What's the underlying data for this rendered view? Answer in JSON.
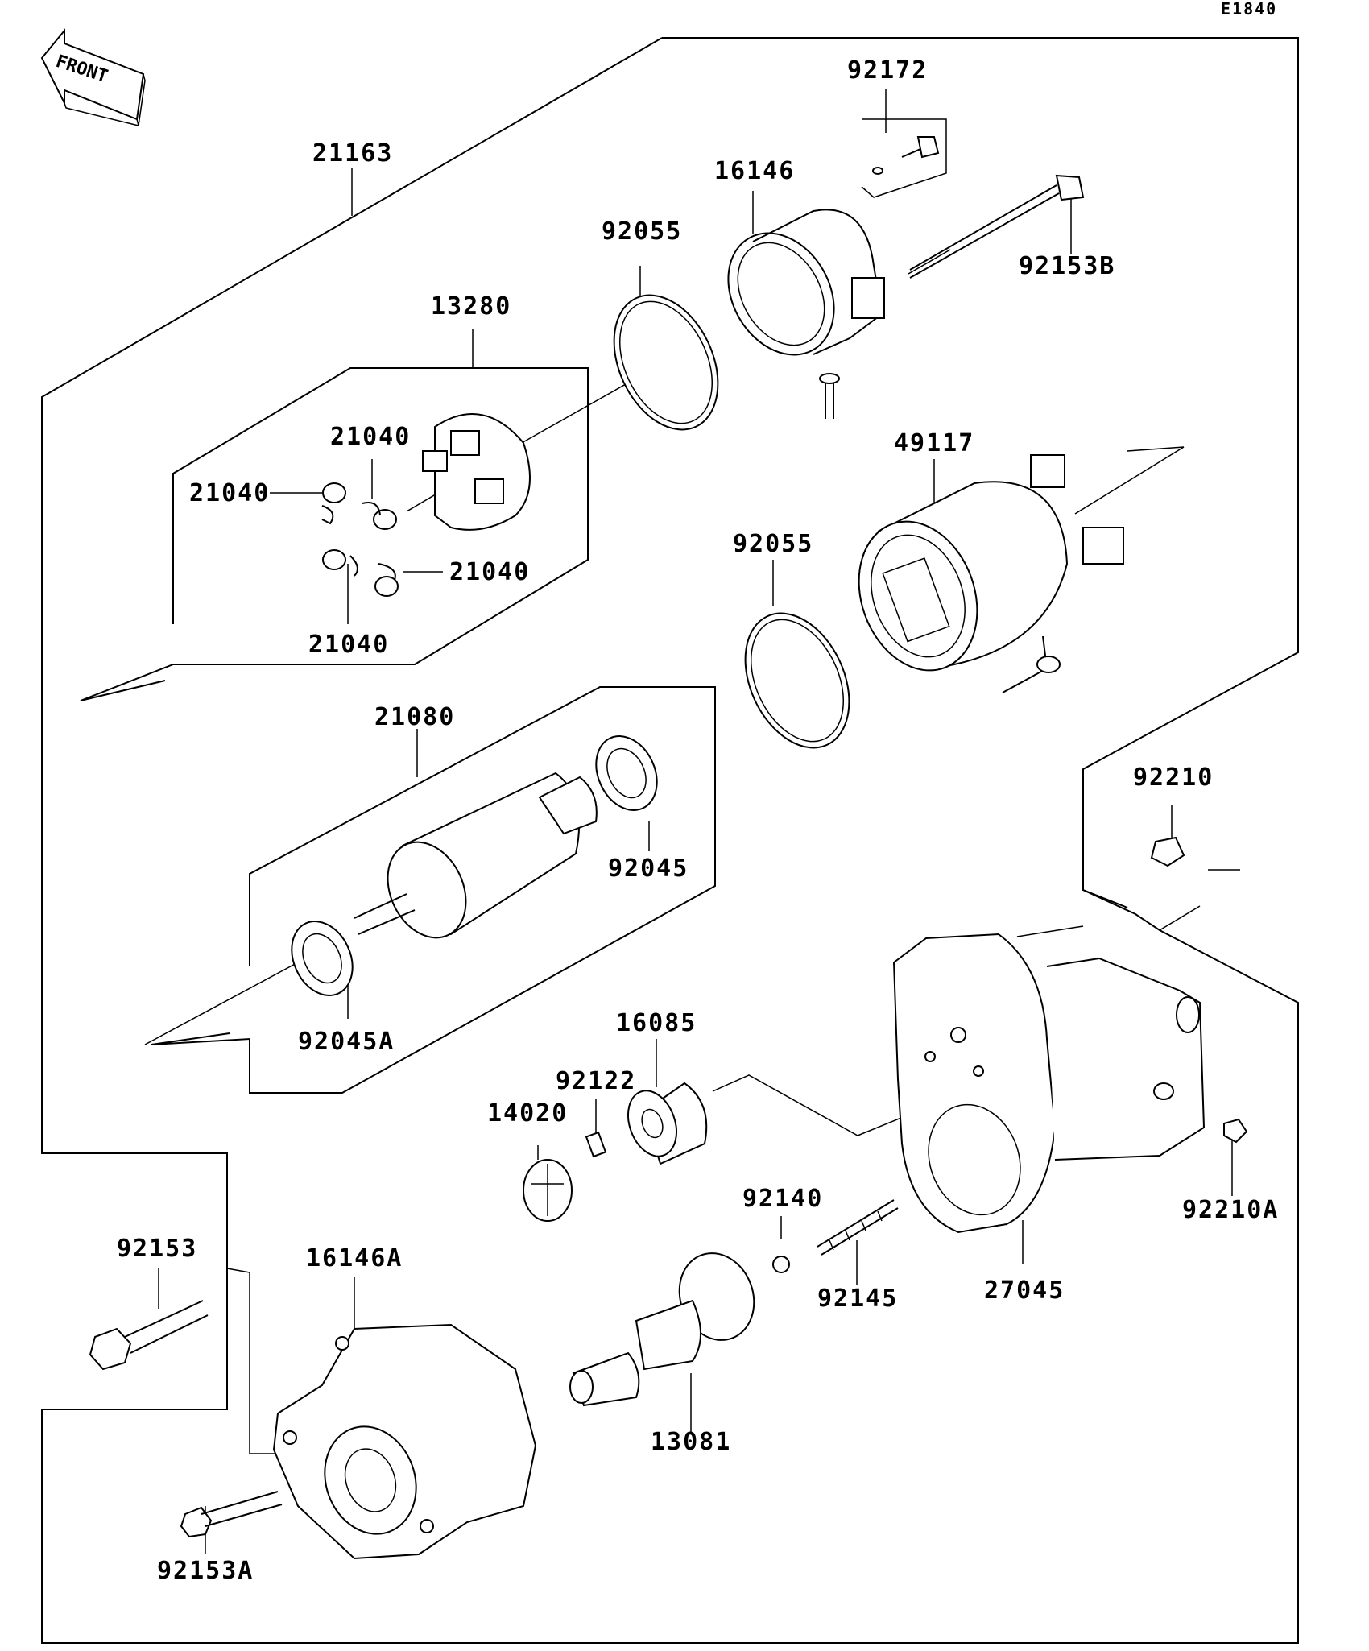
{
  "diagram_code": "E1840",
  "front_label": "FRONT",
  "parts": {
    "p21163": "21163",
    "p13280": "13280",
    "p21040_a": "21040",
    "p21040_b": "21040",
    "p21040_c": "21040",
    "p21040_d": "21040",
    "p92055_a": "92055",
    "p16146": "16146",
    "p92172": "92172",
    "p92153B": "92153B",
    "p49117": "49117",
    "p92055_b": "92055",
    "p21080": "21080",
    "p92045": "92045",
    "p92045A": "92045A",
    "p92210": "92210",
    "p16085": "16085",
    "p92122": "92122",
    "p14020": "14020",
    "p92140": "92140",
    "p92145": "92145",
    "p27045": "27045",
    "p92210A": "92210A",
    "p92153": "92153",
    "p16146A": "16146A",
    "p13081": "13081",
    "p92153A": "92153A"
  }
}
